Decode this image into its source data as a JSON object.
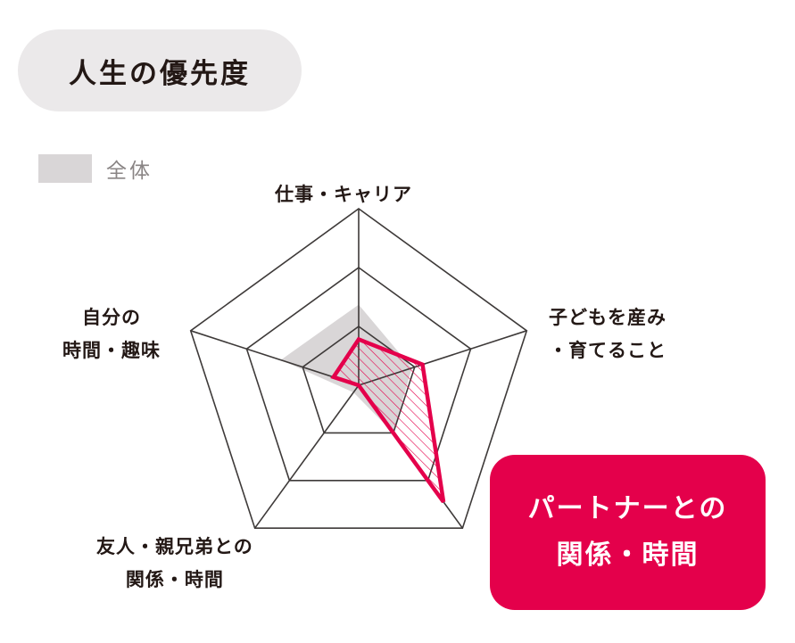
{
  "title": "人生の優先度",
  "chart_data": {
    "type": "radar",
    "title": "人生の優先度",
    "axes": [
      {
        "label_lines": [
          "仕事・キャリア"
        ]
      },
      {
        "label_lines": [
          "子どもを産み",
          "・育てること"
        ]
      },
      {
        "label_lines": [
          "パートナーとの",
          "関係・時間"
        ],
        "highlighted": true
      },
      {
        "label_lines": [
          "友人・親兄弟との",
          "関係・時間"
        ]
      },
      {
        "label_lines": [
          "自分の",
          "時間・趣味"
        ]
      }
    ],
    "range": [
      0,
      3
    ],
    "rings": 3,
    "legend": {
      "entries": [
        "全体"
      ],
      "placement": "top-left"
    },
    "series": [
      {
        "name": "全体",
        "values": [
          1.37,
          0.95,
          1.0,
          0.15,
          1.39
        ],
        "color": "#d9d6d7",
        "style": "filled"
      },
      {
        "values": [
          0.78,
          1.14,
          2.45,
          0.0,
          0.45
        ],
        "color": "#e4004b",
        "style": "outline-hatched"
      }
    ]
  },
  "colors": {
    "accent": "#e4004b",
    "grid": "#3e3a39",
    "overall": "#d9d6d7",
    "title_bg": "#ebe9ea"
  }
}
